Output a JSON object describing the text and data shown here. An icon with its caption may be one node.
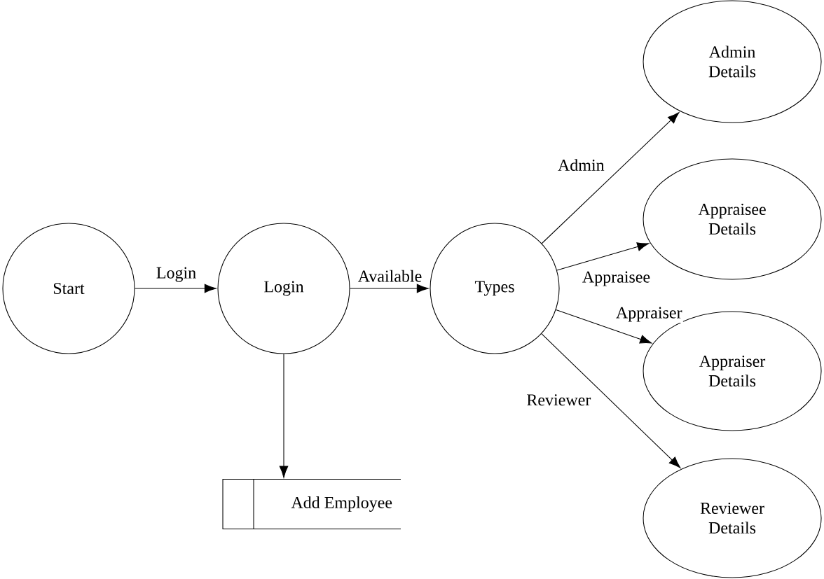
{
  "diagram": {
    "nodes": [
      {
        "text": [
          "Start"
        ]
      },
      {
        "text": [
          "Login"
        ]
      },
      {
        "text": [
          "Types"
        ]
      },
      {
        "text": [
          "Admin Details"
        ]
      },
      {
        "text": [
          "Appraisee Details"
        ]
      },
      {
        "text": [
          "Appraiser Details"
        ]
      },
      {
        "text": [
          "Reviewer Details"
        ]
      },
      {
        "text": [
          "Add Employee"
        ]
      }
    ],
    "edges": [
      {
        "from": 0,
        "to": 1,
        "arrow": "to",
        "label": "Login"
      },
      {
        "from": 1,
        "to": 2,
        "arrow": "to",
        "label": "Available"
      },
      {
        "from": 1,
        "to": 7,
        "arrow": "to"
      },
      {
        "from": 2,
        "to": 3,
        "arrow": "to",
        "label": "Admin"
      },
      {
        "from": 2,
        "to": 4,
        "arrow": "to",
        "label": "Appraisee"
      },
      {
        "from": 2,
        "to": 5,
        "arrow": "to",
        "label": "Appraiser"
      },
      {
        "from": 2,
        "to": 6,
        "arrow": "to",
        "label": "Reviewer"
      }
    ]
  }
}
